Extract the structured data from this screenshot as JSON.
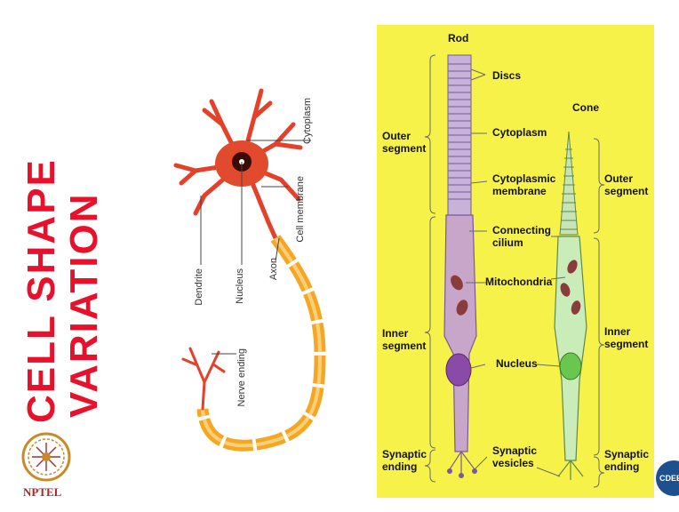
{
  "slide": {
    "title_line1": "CELL SHAPE",
    "title_line2": "VARIATION",
    "accent_color": "#e8102a"
  },
  "logo": {
    "text": "NPTEL"
  },
  "badge": {
    "text": "CDEEP"
  },
  "neuron": {
    "labels": {
      "cytoplasm": "Cytoplasm",
      "cell_membrane": "Cell membrane",
      "dendrite": "Dendrite",
      "nucleus": "Nucleus",
      "axon": "Axon",
      "nerve_ending": "Nerve ending"
    }
  },
  "retina": {
    "background_color": "#f7f24a",
    "rod_title": "Rod",
    "cone_title": "Cone",
    "labels": {
      "discs": "Discs",
      "cytoplasm": "Cytoplasm",
      "cytoplasmic_membrane_1": "Cytoplasmic",
      "cytoplasmic_membrane_2": "membrane",
      "connecting_cilium_1": "Connecting",
      "connecting_cilium_2": "cilium",
      "mitochondria": "Mitochondria",
      "nucleus": "Nucleus",
      "synaptic_vesicles_1": "Synaptic",
      "synaptic_vesicles_2": "vesicles",
      "outer_segment_left_1": "Outer",
      "outer_segment_left_2": "segment",
      "inner_segment_left_1": "Inner",
      "inner_segment_left_2": "segment",
      "synaptic_ending_left_1": "Synaptic",
      "synaptic_ending_left_2": "ending",
      "outer_segment_right_1": "Outer",
      "outer_segment_right_2": "segment",
      "inner_segment_right_1": "Inner",
      "inner_segment_right_2": "segment",
      "synaptic_ending_right_1": "Synaptic",
      "synaptic_ending_right_2": "ending"
    }
  }
}
